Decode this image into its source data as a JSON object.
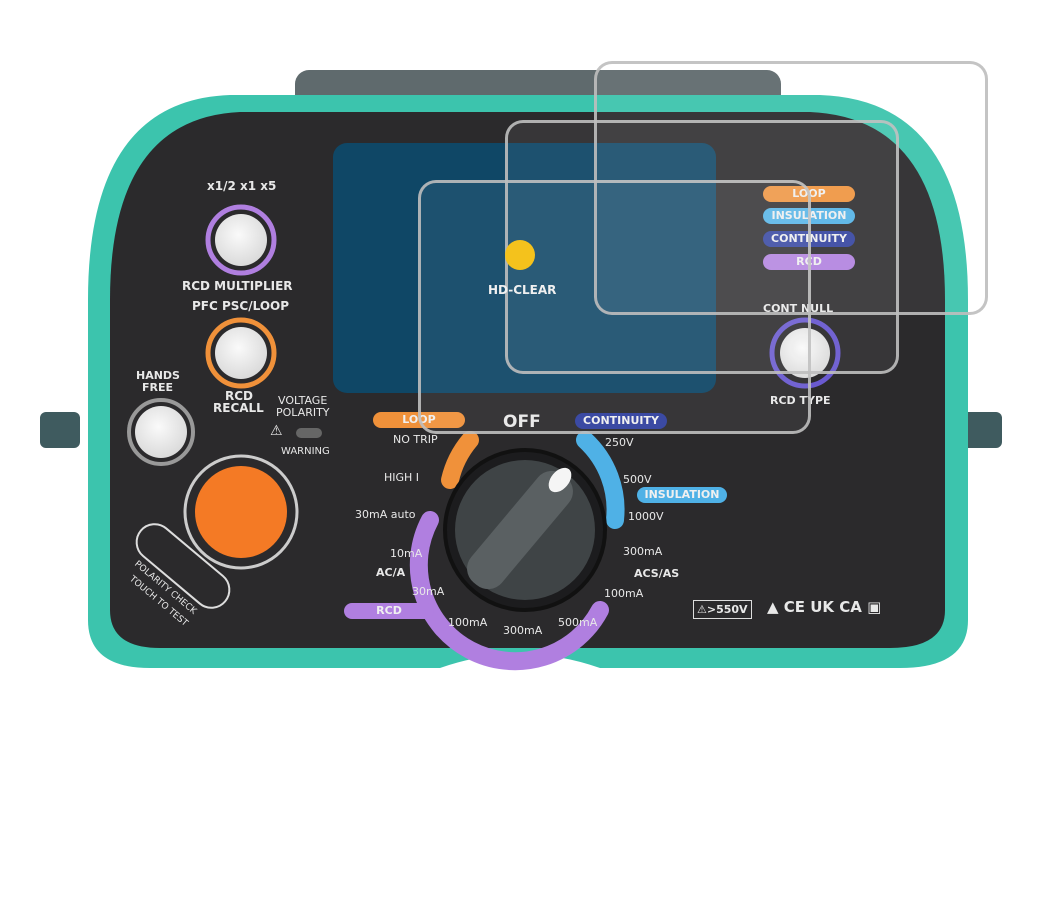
{
  "brand": {
    "logo_text": "HD-CLEAR"
  },
  "left_panel": {
    "multiplier_scale": "x1/2 x1 x5",
    "rcd_multiplier": "RCD MULTIPLIER",
    "pfc_psc_loop": "PFC PSC/LOOP",
    "rcd_recall": [
      "RCD",
      "RECALL"
    ],
    "hands_free": [
      "HANDS",
      "FREE"
    ],
    "voltage_polarity": [
      "VOLTAGE",
      "POLARITY"
    ],
    "warning": "WARNING",
    "polarity_check": [
      "POLARITY CHECK",
      "TOUCH TO TEST"
    ]
  },
  "right_panel": {
    "legend": [
      {
        "label": "LOOP",
        "color": "#f0913a"
      },
      {
        "label": "INSULATION",
        "color": "#4fb1e6"
      },
      {
        "label": "CONTINUITY",
        "color": "#2f3f9e"
      },
      {
        "label": "RCD",
        "color": "#b07fe0"
      }
    ],
    "cont_null": "CONT NULL",
    "rcd_type": "RCD TYPE"
  },
  "dial": {
    "off": "OFF",
    "loop": "LOOP",
    "no_trip": "NO TRIP",
    "high_i": "HIGH I",
    "continuity": "CONTINUITY",
    "insulation": "INSULATION",
    "v250": "250V",
    "v500": "500V",
    "v1000": "1000V",
    "rcd": "RCD",
    "ma30auto": "30mA auto",
    "ma10": "10mA",
    "aca": "AC/A",
    "ma30": "30mA",
    "ma100": "100mA",
    "ma300": "300mA",
    "ma500": "500mA",
    "acs_as": "ACS/AS",
    "acs100": "100mA",
    "acs300": "300mA"
  },
  "markings": {
    "voltage_warning": "⚠>550V",
    "certs": "▲ CE UK CA ▣"
  },
  "colors": {
    "body": "#3cc4ad",
    "panel": "#2b2a2c",
    "screen": "#0f4766"
  }
}
